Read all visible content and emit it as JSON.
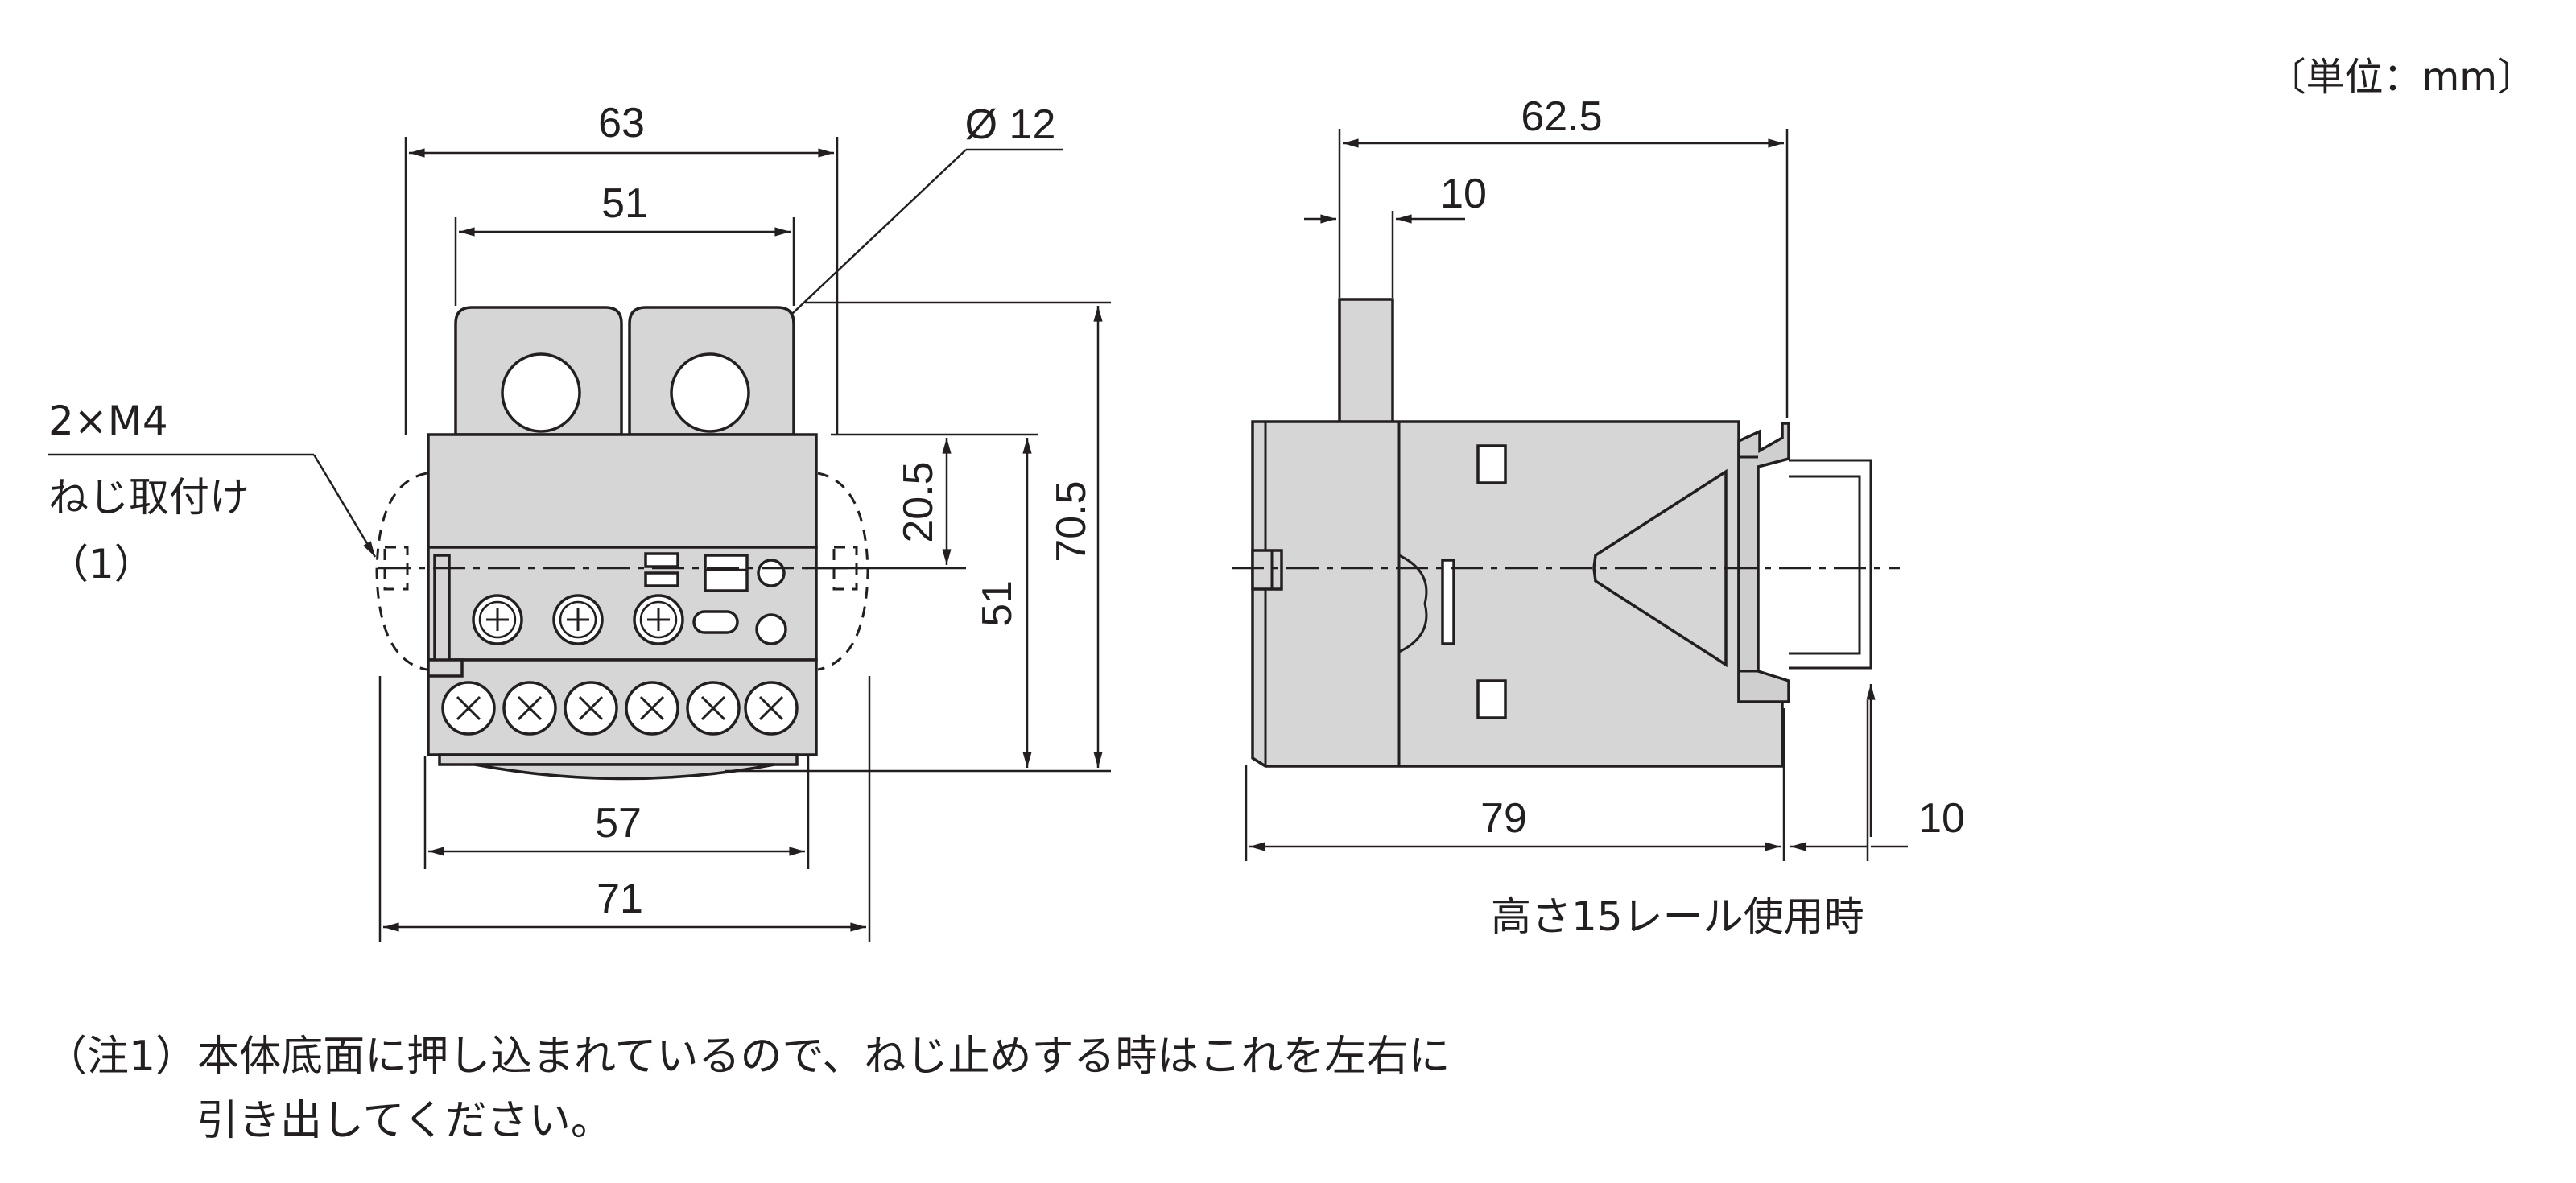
{
  "unit_label": "〔単位：mm〕",
  "front_view": {
    "dim_width_top": "63",
    "dim_terminal_pitch": "51",
    "dim_hole_diameter": "Ø 12",
    "dim_height_total": "70.5",
    "dim_height_body": "51",
    "dim_upper_offset": "20.5",
    "dim_bottom_width": "57",
    "dim_bottom_overall": "71",
    "screw_label_line1": "2×M4",
    "screw_label_line2": "ねじ取付け",
    "screw_label_line3": "（1）"
  },
  "side_view": {
    "dim_depth_top": "62.5",
    "dim_post_width": "10",
    "dim_depth_bottom": "79",
    "dim_rail_offset": "10",
    "rail_caption": "高さ15レール使用時"
  },
  "footnote": {
    "line1": "（注1）本体底面に押し込まれているので、ねじ止めする時はこれを左右に",
    "line2": "引き出してください。"
  },
  "colors": {
    "line": "#231f20",
    "body_fill": "#d6d6d6",
    "background": "#ffffff"
  }
}
